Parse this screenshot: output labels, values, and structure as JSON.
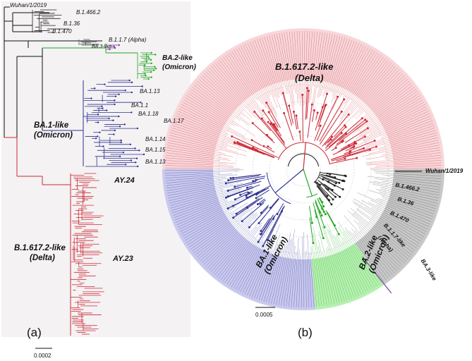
{
  "panel_a": {
    "caption": "(a)",
    "scale": "0.0002",
    "labels": {
      "wuhan": "Wuhan/1/2019",
      "b1466": "B.1.466.2",
      "b136": "B.1.36",
      "b1470": "B.1.470",
      "alpha": "B.1.1.7 (Alpha)",
      "ba3": "BA.3-like",
      "ba2_line1": "BA.2-like",
      "ba2_line2": "(Omicron)",
      "ba1_line1": "BA.1-like",
      "ba1_line2": "(Omicron)",
      "ba113a": "BA.1.13",
      "ba11": "BA.1.1",
      "ba118": "BA.1.18",
      "ba117": "BA.1.17",
      "ba114": "BA.1.14",
      "ba115": "BA.1.15",
      "ba113b": "BA.1.13",
      "ay24": "AY.24",
      "delta_line1": "B.1.617.2-like",
      "delta_line2": "(Delta)",
      "ay23": "AY.23"
    }
  },
  "panel_b": {
    "caption": "(b)",
    "scale": "0.0005",
    "labels": {
      "delta_line1": "B.1.617.2-like",
      "delta_line2": "(Delta)",
      "wuhan": "Wuhan/1/2019",
      "b1466": "B.1.466.2",
      "b136": "B.1.36",
      "b1470": "B.1.470",
      "alpha_line1": "B.1.1.7-like",
      "alpha_line2": "(Alpha)",
      "ba3": "BA.3-like",
      "ba2_line1": "BA.2-like",
      "ba2_line2": "(Omicron)",
      "ba1_line1": "BA.1-like",
      "ba1_line2": "(Omicron)"
    }
  },
  "colors": {
    "delta": "#cc2936",
    "delta_bg": "#f7d7da",
    "omicron_ba1": "#2e3192",
    "omicron_ba1_bg": "#c9c9ee",
    "omicron_ba2": "#22a722",
    "omicron_ba2_bg": "#b6f0b0",
    "other": "#222222",
    "other_bg": "#c8c8c8",
    "panel_bg": "#f4f2f3"
  }
}
